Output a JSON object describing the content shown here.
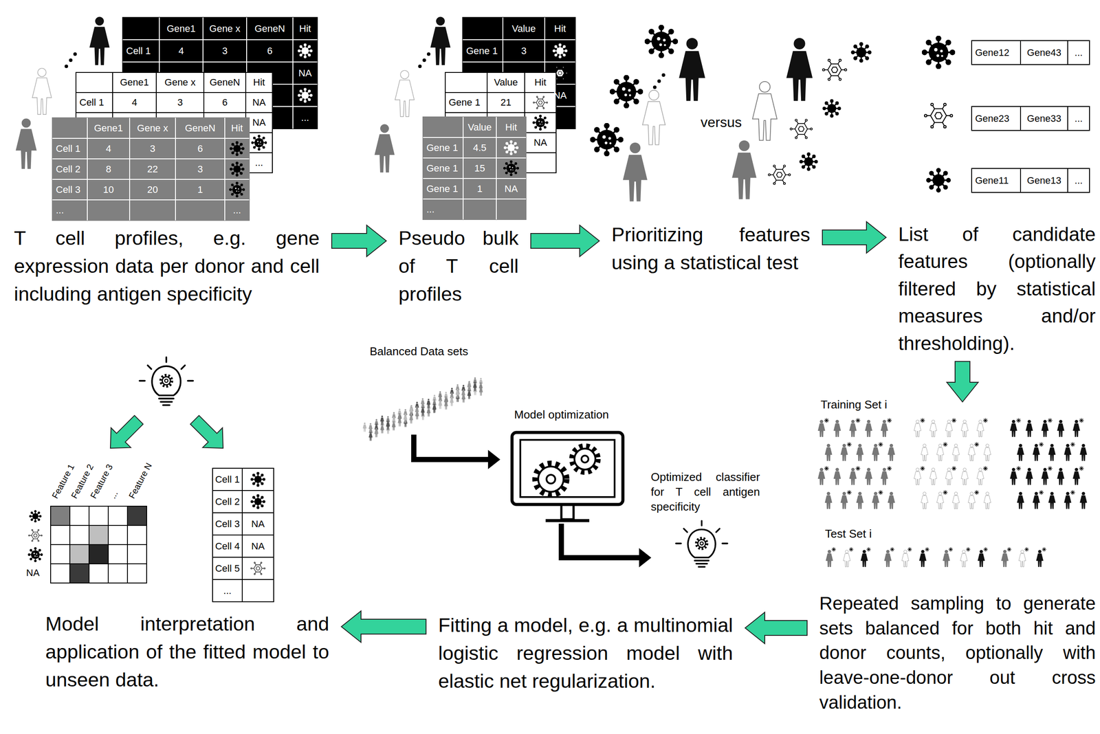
{
  "diagram": {
    "nodes": [
      {
        "text": [
          "T cell profiles, e.g. gene expression data per donor and cell including antigen specificity"
        ]
      },
      {
        "text": [
          "Pseudo bulk of T cell profiles"
        ]
      },
      {
        "text": [
          "Prioritizing features using a statistical test"
        ]
      },
      {
        "text": [
          "List of candidate features (optionally filtered by statistical measures and/or thresholding)."
        ]
      },
      {
        "text": [
          "Repeated sampling to generate sets balanced for both hit and donor counts, optionally with leave-one-donor out cross validation."
        ]
      },
      {
        "text": [
          "Fitting a model, e.g. a multinomial logistic regression model with elastic net regularization."
        ]
      },
      {
        "text": [
          "Model interpretation and application of the fitted model to unseen data."
        ]
      }
    ],
    "edges": [
      {
        "from": 0,
        "to": 1,
        "arrow": "to"
      },
      {
        "from": 1,
        "to": 2,
        "arrow": "to"
      },
      {
        "from": 2,
        "to": 3,
        "arrow": "to"
      },
      {
        "from": 3,
        "to": 4,
        "arrow": "to"
      },
      {
        "from": 4,
        "to": 5,
        "arrow": "to"
      },
      {
        "from": 5,
        "to": 6,
        "arrow": "to"
      }
    ],
    "labels": [
      "Gene1",
      "Gene x",
      "GeneN",
      "Hit",
      "Cell 1",
      "4",
      "3",
      "6",
      "NA",
      "...",
      "Gene1",
      "Gene x",
      "GeneN",
      "Hit",
      "Cell 1",
      "4",
      "3",
      "6",
      "NA",
      "NA",
      "...",
      "Gene1",
      "Gene x",
      "GeneN",
      "Hit",
      "Cell 1",
      "4",
      "3",
      "6",
      "Cell 2",
      "8",
      "22",
      "3",
      "Cell 3",
      "10",
      "20",
      "1",
      "...",
      "...",
      "Value",
      "Hit",
      "Gene 1",
      "3",
      "NA",
      "Value",
      "Hit",
      "Gene 1",
      "21",
      "NA",
      "Value",
      "Hit",
      "Gene 1",
      "4.5",
      "Gene 1",
      "15",
      "Gene 1",
      "1",
      "NA",
      "...",
      "Gene12",
      "Gene43",
      "...",
      "Gene23",
      "Gene33",
      "...",
      "Gene11",
      "Gene13",
      "...",
      "versus",
      "Training Set i",
      "Test Set i",
      "Balanced Data sets",
      "Model optimization",
      "Optimized classifier for T cell antigen specificity",
      "Feature 1",
      "Feature 2",
      "Feature 3",
      "...",
      "Feature N",
      "NA",
      "Cell 1",
      "Cell 2",
      "Cell 3",
      "NA",
      "Cell 4",
      "NA",
      "Cell 5",
      "..."
    ]
  }
}
